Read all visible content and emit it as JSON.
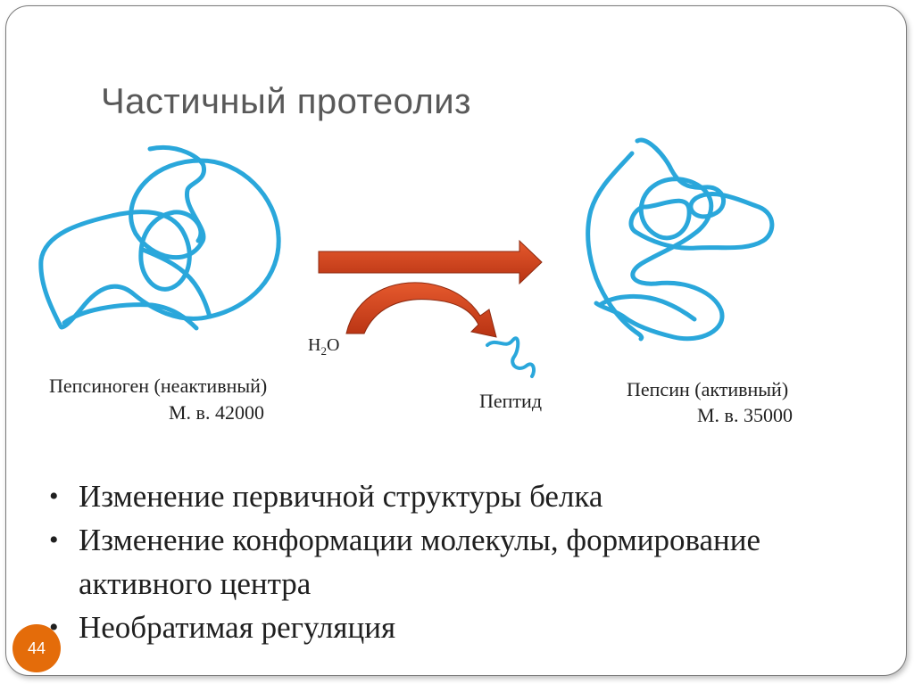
{
  "slide": {
    "title": "Частичный протеолиз",
    "page_number": "44"
  },
  "diagram": {
    "left_protein": {
      "name": "Пепсиноген (неактивный)",
      "mass": "М. в. 42000"
    },
    "right_protein": {
      "name": "Пепсин (активный)",
      "mass": "М. в. 35000"
    },
    "reagent_symbol": "H",
    "reagent_subscript": "2",
    "reagent_tail": "O",
    "byproduct": "Пептид",
    "colors": {
      "chain": "#2aa7db",
      "arrow": "#d4441c",
      "page_badge": "#e46c0a"
    }
  },
  "bullets": [
    "Изменение первичной структуры белка",
    "Изменение конформации молекулы, формирование активного центра",
    "Необратимая регуляция"
  ]
}
